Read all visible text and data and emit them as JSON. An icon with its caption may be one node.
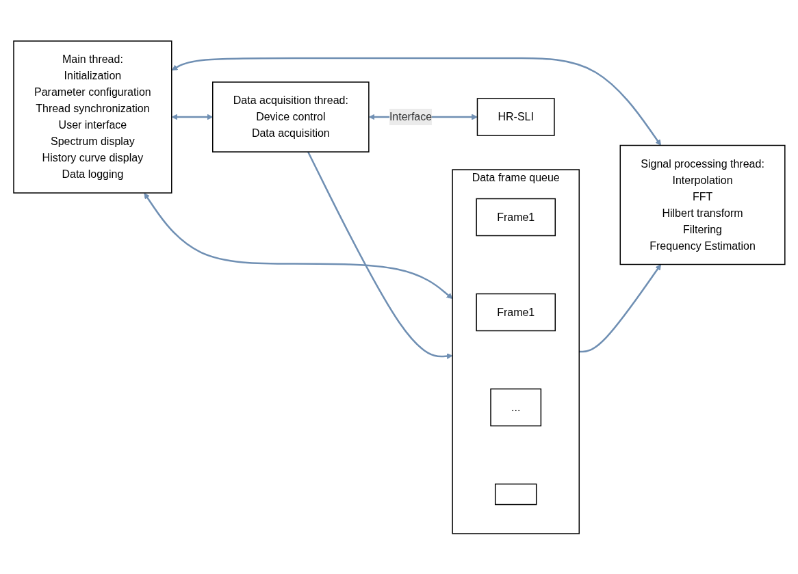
{
  "diagram": {
    "nodes": [
      {
        "text": [
          "Main thread:",
          "Initialization",
          "Parameter configuration",
          "Thread synchronization",
          "User interface",
          "Spectrum display",
          "History curve display",
          "Data logging"
        ]
      },
      {
        "text": [
          "Data acquisition thread:",
          "Device control",
          "Data acquisition"
        ]
      },
      {
        "text": [
          "Data frame queue"
        ]
      },
      {
        "text": [
          "Frame1"
        ],
        "in": 2
      },
      {
        "text": [
          "Frame1"
        ],
        "in": 2
      },
      {
        "text": [
          "..."
        ],
        "in": 2
      },
      {
        "text": [],
        "shape": "box",
        "in": 2
      },
      {
        "text": [
          "Signal processing thread:",
          "Interpolation",
          "FFT",
          "Hilbert transform",
          "Filtering",
          "Frequency Estimation"
        ]
      },
      {
        "text": [
          "HR-SLI"
        ]
      }
    ],
    "edges": [
      {
        "from": 0,
        "to": 1,
        "arrow": "both"
      },
      {
        "from": 0,
        "to": 2,
        "arrow": "both"
      },
      {
        "from": 0,
        "to": 7,
        "arrow": "both"
      },
      {
        "from": 1,
        "to": 2,
        "arrow": "to"
      },
      {
        "from": 2,
        "to": 7,
        "arrow": "to"
      },
      {
        "from": 1,
        "to": 8,
        "arrow": "both",
        "label": "Interface"
      }
    ]
  }
}
